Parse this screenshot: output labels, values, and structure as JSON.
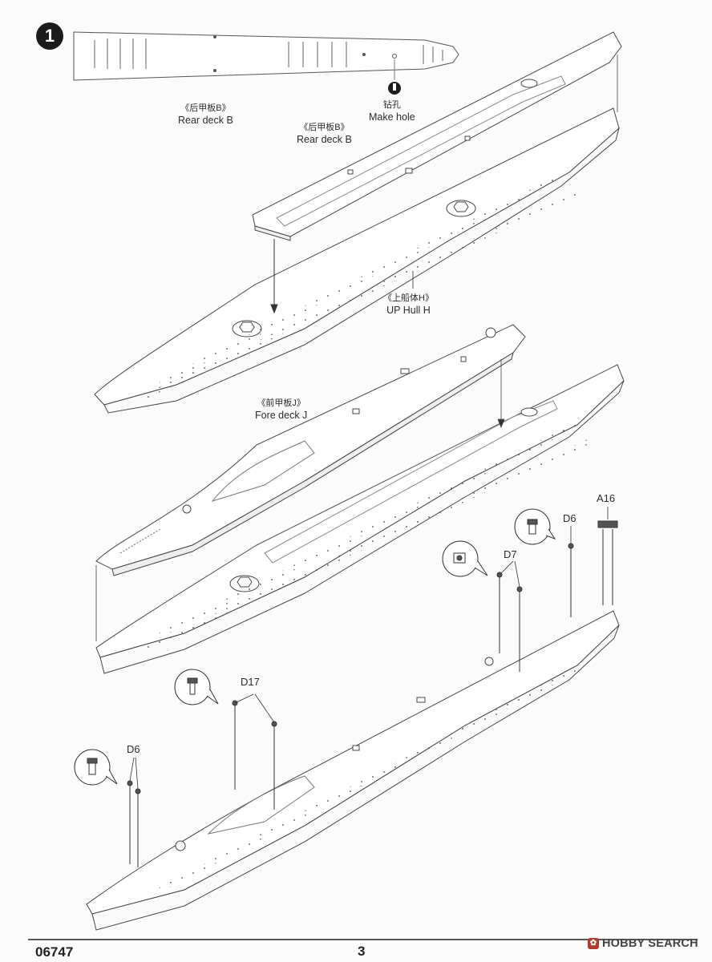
{
  "step": {
    "number": "1"
  },
  "labels": {
    "rear_deck_top": {
      "zh": "《后甲板B》",
      "en": "Rear deck B"
    },
    "make_hole": {
      "zh": "钻孔",
      "en": "Make hole"
    },
    "rear_deck": {
      "zh": "《后甲板B》",
      "en": "Rear deck B"
    },
    "up_hull": {
      "zh": "《上船体H》",
      "en": "UP Hull H"
    },
    "fore_deck": {
      "zh": "《前甲板J》",
      "en": "Fore deck J"
    }
  },
  "parts": {
    "a16": "A16",
    "d6_right": "D6",
    "d7": "D7",
    "d17": "D17",
    "d6_left": "D6"
  },
  "footer": {
    "code": "06747",
    "page": "3"
  },
  "watermark": {
    "text": "HOBBY SEARCH"
  }
}
